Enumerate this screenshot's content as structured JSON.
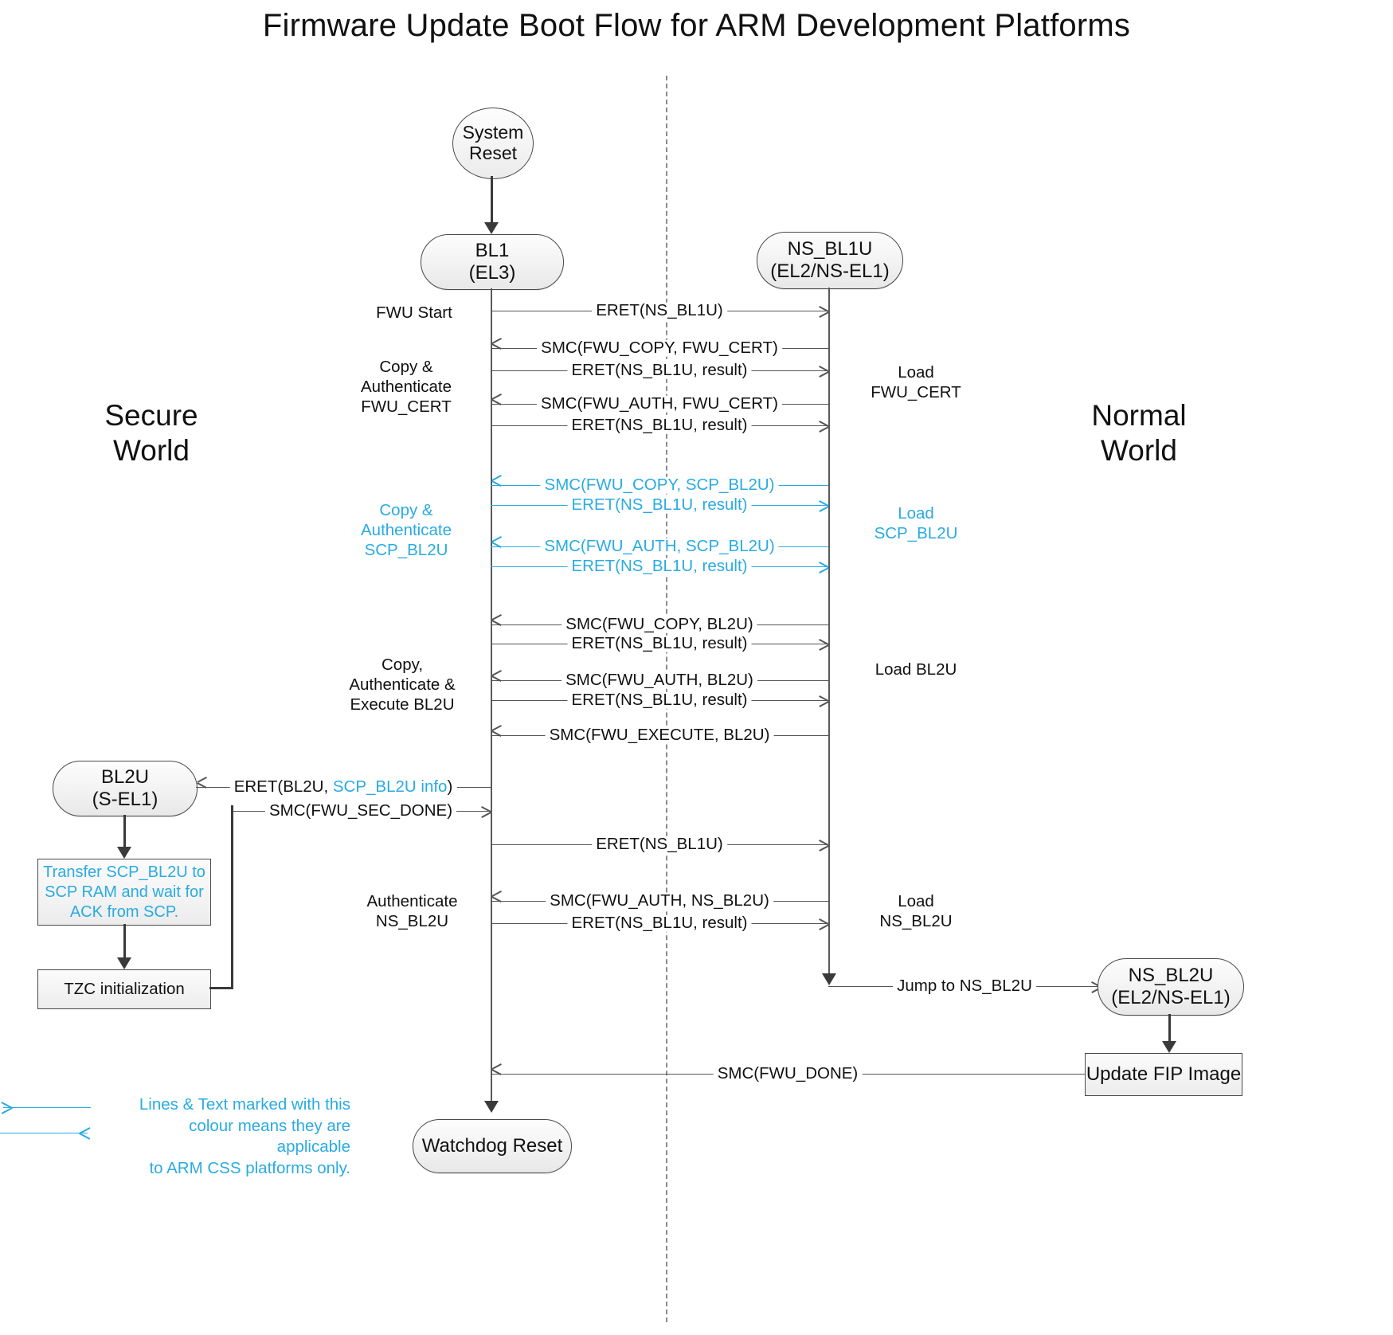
{
  "title": "Firmware Update Boot Flow for ARM Development Platforms",
  "colors": {
    "accent_cyan": "#29abe2",
    "line_gray": "#555555",
    "node_border": "#4a4a4a"
  },
  "worlds": {
    "secure": "Secure\nWorld",
    "secure_line1": "Secure",
    "secure_line2": "World",
    "normal_line1": "Normal",
    "normal_line2": "World"
  },
  "nodes": {
    "system_reset": {
      "line1": "System",
      "line2": "Reset"
    },
    "bl1": {
      "line1": "BL1",
      "line2": "(EL3)"
    },
    "ns_bl1u": {
      "line1": "NS_BL1U",
      "line2": "(EL2/NS-EL1)"
    },
    "bl2u": {
      "line1": "BL2U",
      "line2": "(S-EL1)"
    },
    "ns_bl2u": {
      "line1": "NS_BL2U",
      "line2": "(EL2/NS-EL1)"
    },
    "watchdog_reset": {
      "label": "Watchdog Reset"
    },
    "update_fip": {
      "label": "Update FIP Image"
    },
    "transfer_scp": {
      "line1": "Transfer SCP_BL2U to",
      "line2": "SCP RAM and wait for",
      "line3": "ACK from SCP."
    },
    "tzc_init": {
      "label": "TZC initialization"
    }
  },
  "left_annotations": [
    {
      "id": "fwu-start",
      "lines": [
        "FWU Start"
      ],
      "cyan": false
    },
    {
      "id": "copy-auth-fwu-cert",
      "lines": [
        "Copy &",
        "Authenticate",
        "FWU_CERT"
      ],
      "cyan": false
    },
    {
      "id": "copy-auth-scp-bl2u",
      "lines": [
        "Copy &",
        "Authenticate",
        "SCP_BL2U"
      ],
      "cyan": true
    },
    {
      "id": "copy-auth-exec-bl2u",
      "lines": [
        "Copy,",
        "Authenticate &",
        "Execute BL2U"
      ],
      "cyan": false
    },
    {
      "id": "authenticate-ns-bl2u",
      "lines": [
        "Authenticate",
        "NS_BL2U"
      ],
      "cyan": false
    }
  ],
  "right_annotations": [
    {
      "id": "load-fwu-cert",
      "lines": [
        "Load",
        "FWU_CERT"
      ],
      "cyan": false
    },
    {
      "id": "load-scp-bl2u",
      "lines": [
        "Load",
        "SCP_BL2U"
      ],
      "cyan": true
    },
    {
      "id": "load-bl2u",
      "lines": [
        "Load BL2U"
      ],
      "cyan": false
    },
    {
      "id": "load-ns-bl2u",
      "lines": [
        "Load",
        "NS_BL2U"
      ],
      "cyan": false
    }
  ],
  "messages": [
    {
      "id": "m1",
      "label": "ERET(NS_BL1U)",
      "dir": "right",
      "cyan": false
    },
    {
      "id": "m2",
      "label": "SMC(FWU_COPY, FWU_CERT)",
      "dir": "left",
      "cyan": false
    },
    {
      "id": "m3",
      "label": "ERET(NS_BL1U, result)",
      "dir": "right",
      "cyan": false
    },
    {
      "id": "m4",
      "label": "SMC(FWU_AUTH, FWU_CERT)",
      "dir": "left",
      "cyan": false
    },
    {
      "id": "m5",
      "label": "ERET(NS_BL1U, result)",
      "dir": "right",
      "cyan": false
    },
    {
      "id": "m6",
      "label": "SMC(FWU_COPY, SCP_BL2U)",
      "dir": "left",
      "cyan": true
    },
    {
      "id": "m7",
      "label": "ERET(NS_BL1U, result)",
      "dir": "right",
      "cyan": true
    },
    {
      "id": "m8",
      "label": "SMC(FWU_AUTH, SCP_BL2U)",
      "dir": "left",
      "cyan": true
    },
    {
      "id": "m9",
      "label": "ERET(NS_BL1U, result)",
      "dir": "right",
      "cyan": true
    },
    {
      "id": "m10",
      "label": "SMC(FWU_COPY, BL2U)",
      "dir": "left",
      "cyan": false
    },
    {
      "id": "m11",
      "label": "ERET(NS_BL1U, result)",
      "dir": "right",
      "cyan": false
    },
    {
      "id": "m12",
      "label": "SMC(FWU_AUTH, BL2U)",
      "dir": "left",
      "cyan": false
    },
    {
      "id": "m13",
      "label": "ERET(NS_BL1U, result)",
      "dir": "right",
      "cyan": false
    },
    {
      "id": "m14",
      "label": "SMC(FWU_EXECUTE, BL2U)",
      "dir": "left",
      "cyan": false
    },
    {
      "id": "m17",
      "label": "ERET(NS_BL1U)",
      "dir": "right",
      "cyan": false
    },
    {
      "id": "m18",
      "label": "SMC(FWU_AUTH, NS_BL2U)",
      "dir": "left",
      "cyan": false
    },
    {
      "id": "m19",
      "label": "ERET(NS_BL1U, result)",
      "dir": "right",
      "cyan": false
    }
  ],
  "eret_bl2u": {
    "prefix": "ERET(BL2U, ",
    "cyan_part": "SCP_BL2U info",
    "suffix": ")"
  },
  "smc_sec_done": {
    "label": "SMC(FWU_SEC_DONE)"
  },
  "jump_ns_bl2u": {
    "label": "Jump to NS_BL2U"
  },
  "smc_fwu_done": {
    "label": "SMC(FWU_DONE)"
  },
  "legend": {
    "line1": "Lines & Text marked with this",
    "line2": "colour means they are applicable",
    "line3": "to ARM CSS platforms only."
  }
}
